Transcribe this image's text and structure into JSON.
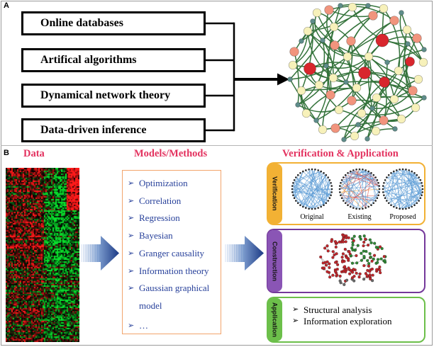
{
  "panel_a": {
    "label": "A",
    "sources": [
      "Online databases",
      "Artifical algorithms",
      "Dynamical network theory",
      "Data-driven inference"
    ]
  },
  "panel_b": {
    "label": "B",
    "headings": {
      "data": "Data",
      "models": "Models/Methods",
      "verification_application": "Verification & Application"
    },
    "methods": [
      "Optimization",
      "Correlation",
      "Regression",
      "Bayesian",
      "Granger causality",
      "Information theory",
      "Gaussian graphical model",
      "…"
    ],
    "verification": {
      "tab": "Verification",
      "networks": [
        "Original",
        "Existing",
        "Proposed"
      ]
    },
    "construction": {
      "tab": "Construction"
    },
    "application": {
      "tab": "Application",
      "items": [
        "Structural analysis",
        "Information exploration"
      ]
    }
  },
  "icons": {
    "list_bullet": "arrowhead-bullet-icon",
    "flow_arrow": "right-arrow-icon",
    "block_arrow": "block-arrow-icon"
  },
  "colors": {
    "heading_accent": "#e3325f",
    "method_text": "#27409a",
    "methods_border": "#f2a46c",
    "verification": "#f2b134",
    "construction": "#8a55b5",
    "construction_border": "#74389a",
    "application": "#6cbf4a",
    "arrow_light": "#eef3fb",
    "arrow_mid": "#7f9fd0",
    "arrow_dark": "#1c3a85",
    "network_red": "#d8262d",
    "network_salmon": "#f1947d",
    "network_yellow": "#f7f1ba",
    "network_teal": "#5e8d8a",
    "network_edge": "#34733b",
    "heatmap_up": "#ff1a1a",
    "heatmap_down": "#0ae12d",
    "chord_blue": "#5b9bd5",
    "chord_red": "#d9534f",
    "chord_orange": "#f0a340",
    "construction_red": "#c4262b",
    "construction_green": "#2f8a35",
    "construction_gray": "#6a6a6a"
  }
}
